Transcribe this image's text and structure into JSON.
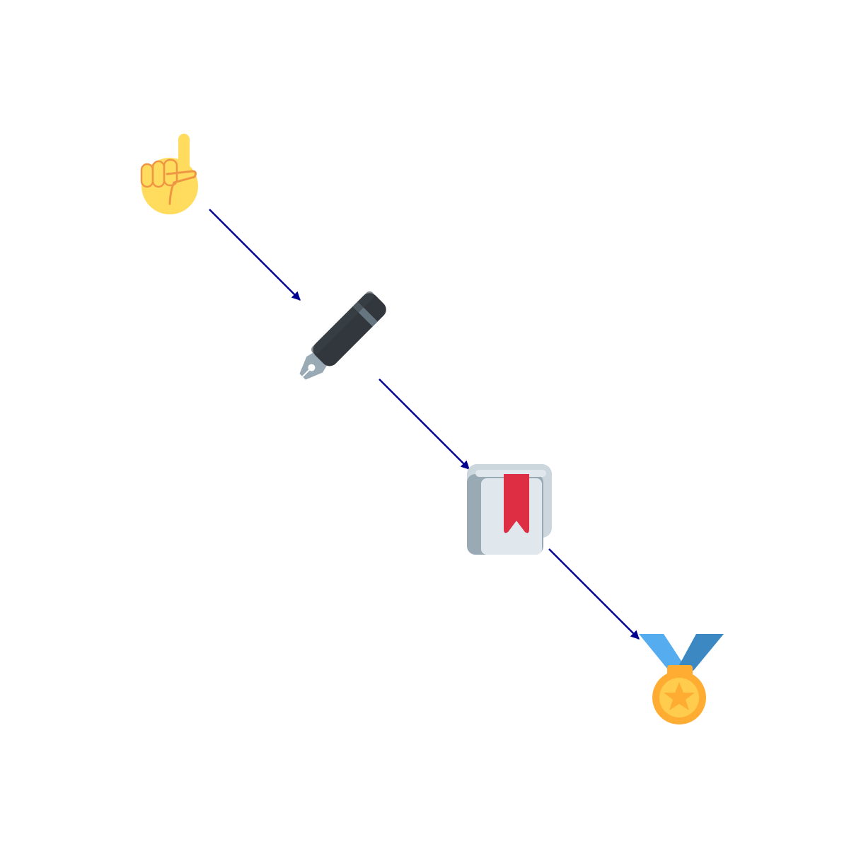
{
  "diagram": {
    "background": "#ffffff",
    "edge_color": "#000090",
    "nodes": [
      {
        "id": "hand",
        "icon": "index-pointing-up-icon"
      },
      {
        "id": "pen",
        "icon": "fountain-pen-icon"
      },
      {
        "id": "book",
        "icon": "bookmarked-book-icon"
      },
      {
        "id": "medal",
        "icon": "sports-medal-icon"
      }
    ],
    "edges": [
      {
        "from": "hand",
        "to": "pen"
      },
      {
        "from": "pen",
        "to": "book"
      },
      {
        "from": "book",
        "to": "medal"
      }
    ]
  }
}
